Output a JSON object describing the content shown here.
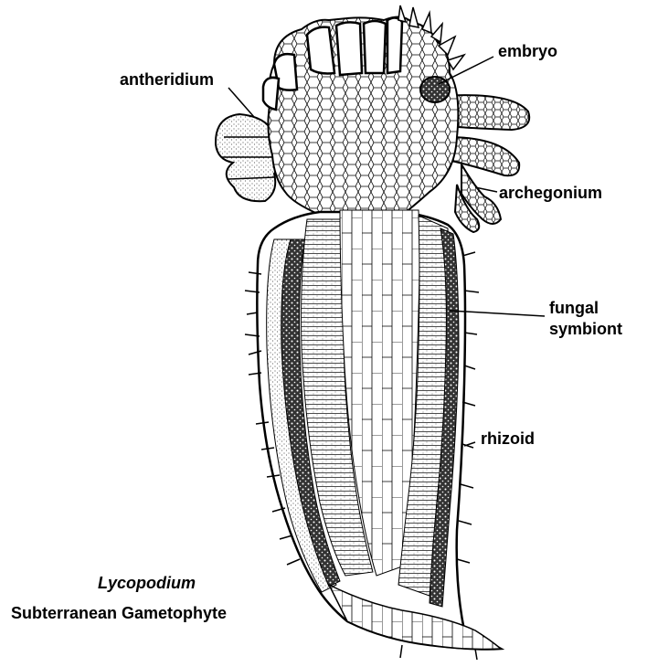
{
  "labels": {
    "antheridium": "antheridium",
    "embryo": "embryo",
    "archegonium": "archegonium",
    "fungal_symbiont_line1": "fungal",
    "fungal_symbiont_line2": "symbiont",
    "rhizoid": "rhizoid"
  },
  "caption": {
    "genus": "Lycopodium",
    "title": "Subterranean Gametophyte"
  },
  "colors": {
    "ink": "#000000",
    "background": "#ffffff",
    "stipple": "#777777"
  }
}
